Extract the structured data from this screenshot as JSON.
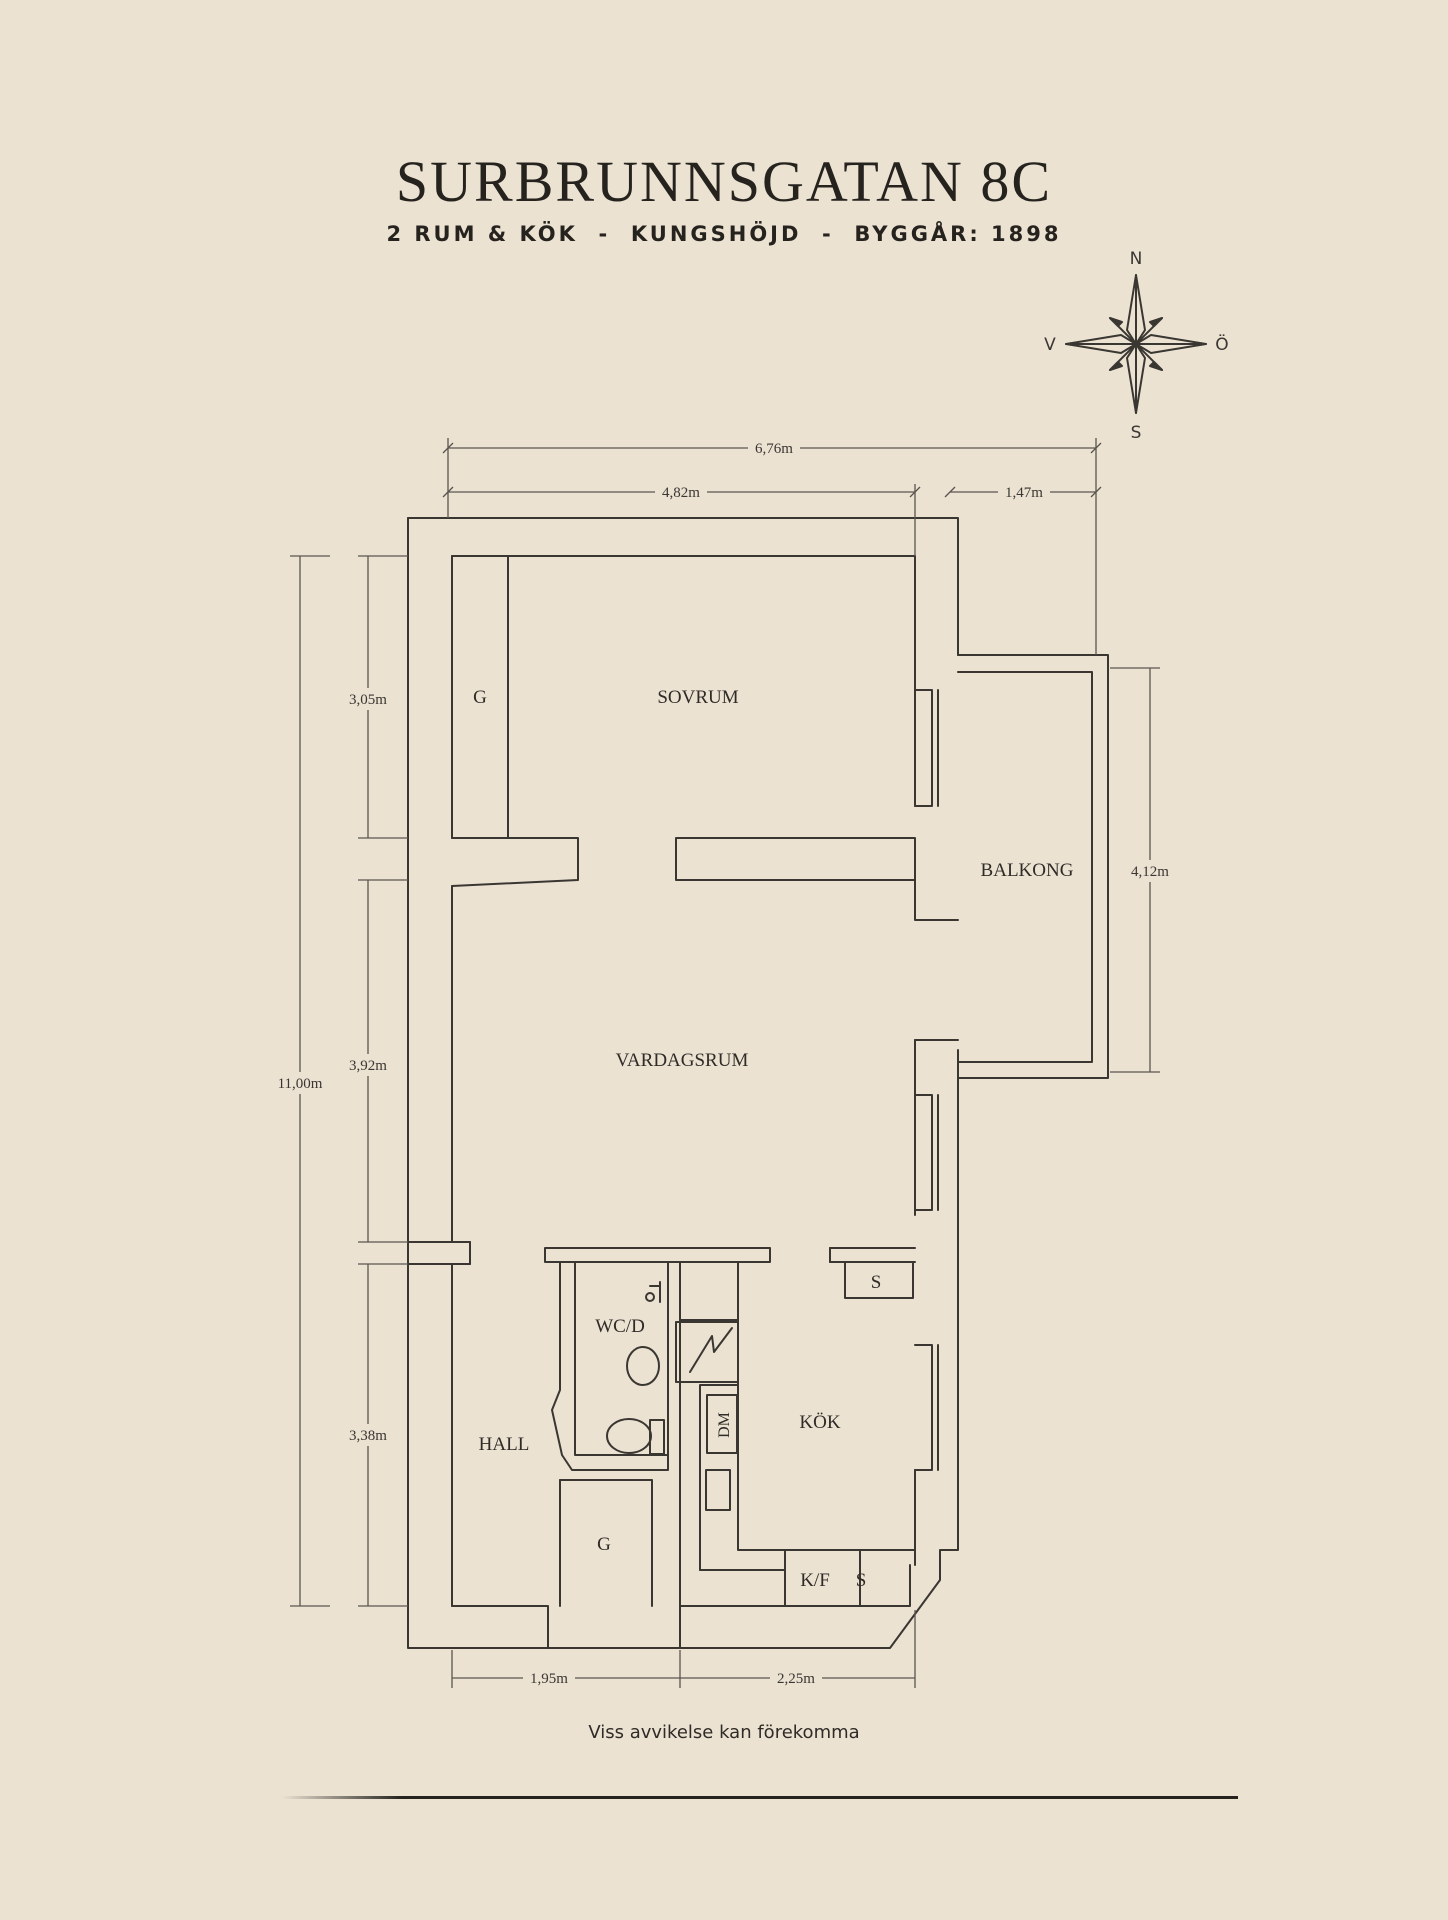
{
  "header": {
    "title": "SURBRUNNSGATAN 8C",
    "subtitle": "2 RUM & KÖK  -  KUNGSHÖJD  -  BYGGÅR: 1898"
  },
  "compass": {
    "north": "N",
    "south": "S",
    "west": "V",
    "east": "Ö"
  },
  "rooms": {
    "sovrum": "SOVRUM",
    "vardagsrum": "VARDAGSRUM",
    "balkong": "BALKONG",
    "hall": "HALL",
    "kok": "KÖK",
    "wc": "WC/D",
    "garderob_top": "G",
    "garderob_hall": "G",
    "dm": "DM",
    "kf": "K/F",
    "s_upper": "S",
    "s_lower": "S"
  },
  "dimensions": {
    "total_width": "6,76m",
    "main_width": "4,82m",
    "balcony_width": "1,47m",
    "total_height": "11,00m",
    "sovrum_height": "3,05m",
    "vardagsrum_height": "3,92m",
    "hall_height": "3,38m",
    "balcony_height": "4,12m",
    "hall_width": "1,95m",
    "kok_width": "2,25m"
  },
  "footer": {
    "disclaimer": "Viss avvikelse kan förekomma"
  }
}
